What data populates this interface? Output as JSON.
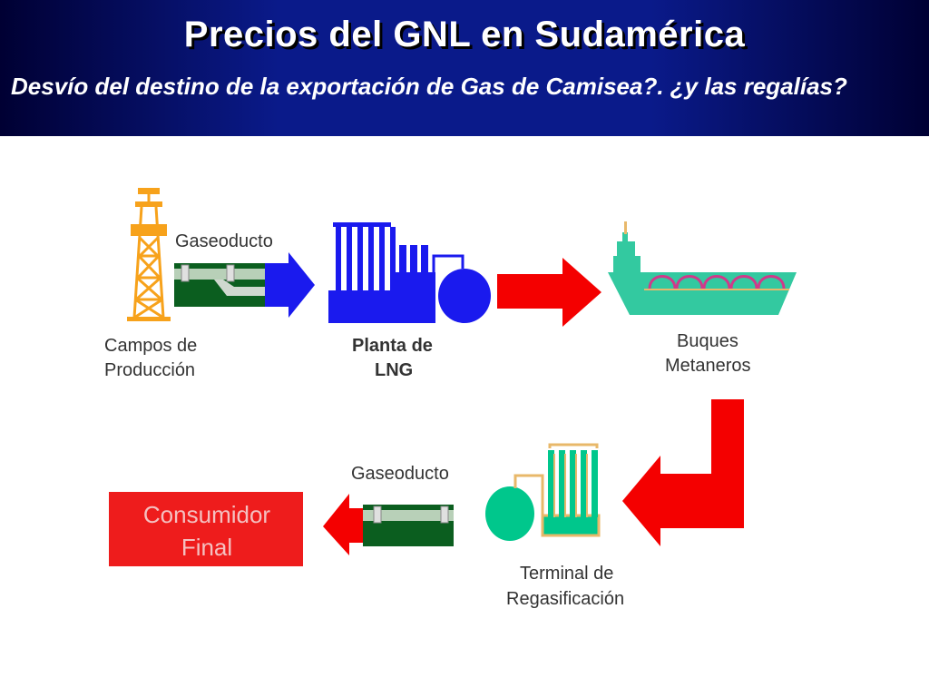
{
  "slide": {
    "title": "Precios del GNL en Sudamérica",
    "subtitle": "Desvío del destino de la exportación de Gas de Camisea?. ¿y las regalías?"
  },
  "diagram": {
    "labels": {
      "gaseoducto_1": "Gaseoducto",
      "campos_line1": "Campos de",
      "campos_line2": "Producción",
      "planta_line1": "Planta de",
      "planta_line2": "LNG",
      "buques_line1": "Buques",
      "buques_line2": "Metaneros",
      "gaseoducto_2": "Gaseoducto",
      "terminal_line1": "Terminal de",
      "terminal_line2": "Regasificación",
      "consumidor_line1": "Consumidor",
      "consumidor_line2": "Final"
    },
    "colors": {
      "header_blue": "#0a1a8a",
      "derrick_orange": "#f7a21b",
      "pipe_green": "#0b5e1f",
      "plant_blue": "#1a1aee",
      "arrow_red": "#f40000",
      "ship_teal": "#33c9a0",
      "tank_pink": "#d0398a",
      "terminal_teal": "#00c78c",
      "terminal_tan": "#e8b86a",
      "box_red": "#ee1c1c"
    }
  }
}
